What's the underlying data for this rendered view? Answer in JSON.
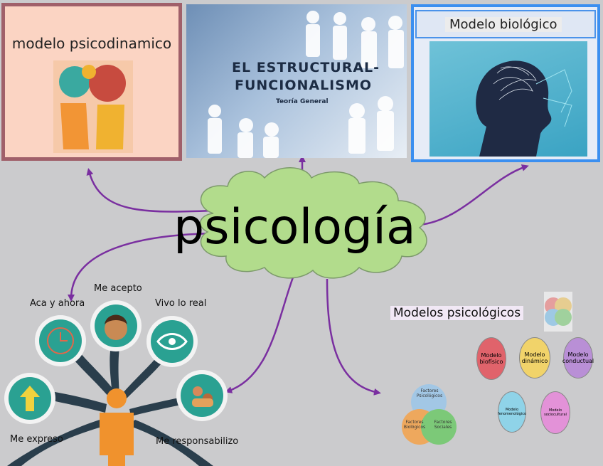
{
  "center": {
    "label": "psicología"
  },
  "cards": {
    "psicodinamico": {
      "title": "modelo psicodinamico"
    },
    "estructural": {
      "title_line1": "EL ESTRUCTURAL-",
      "title_line2": "FUNCIONALISMO",
      "subtitle": "Teoría General"
    },
    "biologico": {
      "title": "Modelo biológico"
    }
  },
  "gestalt": {
    "labels": {
      "aca_ahora": "Aca y ahora",
      "me_acepto": "Me acepto",
      "vivo_real": "Vivo lo real",
      "me_expreso": "Me expreso",
      "me_responsabilizo": "Me responsabilizo"
    }
  },
  "modelos": {
    "title": "Modelos psicológicos",
    "bubbles": [
      {
        "label": "Modelo biofísico",
        "color": "#e0636b"
      },
      {
        "label": "Modelo dinámico",
        "color": "#f1d36a"
      },
      {
        "label": "Modelo conductual",
        "color": "#b98fd6"
      },
      {
        "label": "Modelo fenomenológico",
        "color": "#8fd3e8"
      },
      {
        "label": "Modelo sociocultural",
        "color": "#e392d8"
      }
    ]
  },
  "venn": {
    "top": "Factores Psicológicos",
    "left": "Factores Biológicos",
    "right": "Factores Sociales"
  },
  "colors": {
    "arrow": "#7a2fa0",
    "cloud": "#b2dc8c",
    "background": "#cbcbcd"
  }
}
